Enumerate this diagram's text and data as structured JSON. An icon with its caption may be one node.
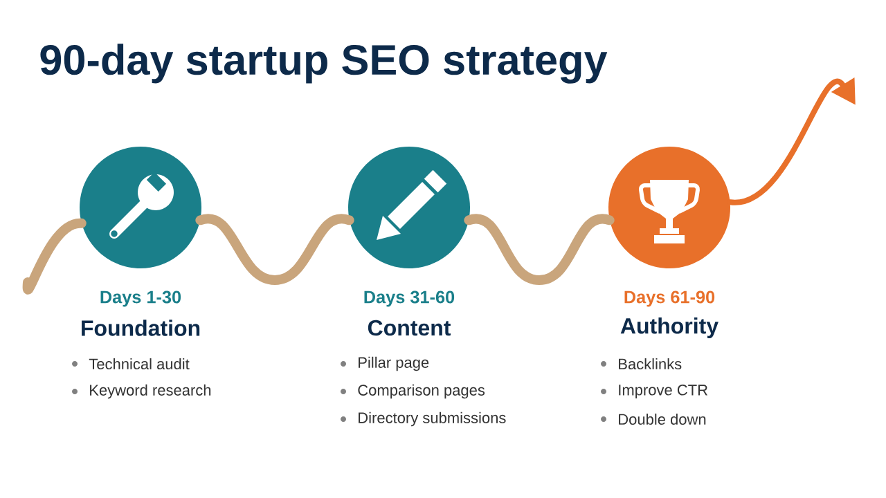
{
  "diagram": {
    "title": "90-day startup SEO strategy",
    "nodes": [
      {
        "text": [],
        "shape": "circle",
        "beside": [
          "Days 1-30",
          "Foundation",
          "Technical audit",
          "Keyword research"
        ]
      },
      {
        "text": [],
        "shape": "circle",
        "beside": [
          "Days 31-60",
          "Content",
          "Pillar page",
          "Comparison pages",
          "Directory submissions"
        ]
      },
      {
        "text": [],
        "shape": "circle",
        "beside": [
          "Days 61-90",
          "Authority",
          "Backlinks",
          "Improve CTR",
          "Double down"
        ]
      }
    ],
    "edges": [
      {
        "from": null,
        "to": 0,
        "arrow": "none"
      },
      {
        "from": 0,
        "to": 1,
        "arrow": "none"
      },
      {
        "from": 1,
        "to": 2,
        "arrow": "none"
      },
      {
        "from": 2,
        "to": null,
        "arrow": "to",
        "color": "#e8702a"
      }
    ]
  }
}
